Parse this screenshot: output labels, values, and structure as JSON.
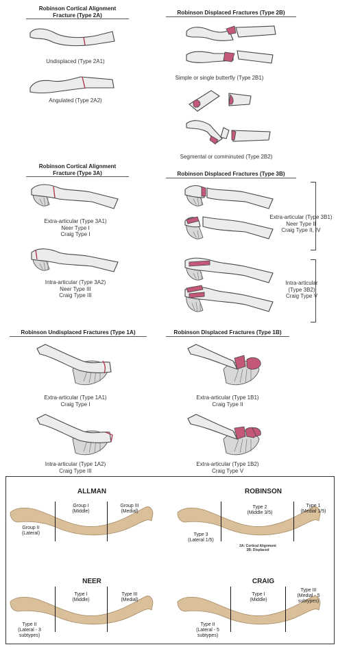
{
  "sections": {
    "type2a": {
      "title_line1": "Robinson Cortical Alignment",
      "title_line2": "Fracture (Type 2A)",
      "captions": [
        "Undisplaced (Type 2A1)",
        "Angulated (Type 2A2)"
      ]
    },
    "type2b": {
      "title": "Robinson Displaced Fractures (Type 2B)",
      "captions": [
        "Simple or single butterfly (Type 2B1)",
        "Segmental or comminuted (Type 2B2)"
      ]
    },
    "type3a": {
      "title_line1": "Robinson Cortical Alignment",
      "title_line2": "Fracture (Type 3A)",
      "captions": [
        [
          "Extra-articular (Type 3A1)",
          "Neer Type I",
          "Craig Type I"
        ],
        [
          "Intra-articular (Type 3A2)",
          "Neer Type III",
          "Craig Type III"
        ]
      ]
    },
    "type3b": {
      "title": "Robinson Displaced Fractures (Type 3B)",
      "captions": [
        [
          "Extra-articular (Type 3B1)",
          "Neer Type II",
          "Craig Type II, IV"
        ],
        [
          "Intra-articular",
          "(Type 3B2)",
          "Craig Type V"
        ]
      ]
    },
    "type1a": {
      "title": "Robinson Undisplaced Fractures (Type 1A)",
      "captions": [
        [
          "Extra-articular (Type 1A1)",
          "Craig Type I"
        ],
        [
          "Intra-articular (Type 1A2)",
          "Craig Type III"
        ]
      ]
    },
    "type1b": {
      "title": "Robinson Displaced Fractures (Type 1B)",
      "captions": [
        [
          "Extra-articular (Type 1B1)",
          "Craig Type II"
        ],
        [
          "Extra-articular (Type 1B2)",
          "Craig Type V"
        ]
      ]
    }
  },
  "classifications": {
    "allman": {
      "title": "ALLMAN",
      "group1": [
        "Group I",
        "(Middle)"
      ],
      "group2": [
        "Group II",
        "(Lateral)"
      ],
      "group3": [
        "Group III",
        "(Medial)"
      ]
    },
    "robinson": {
      "title": "ROBINSON",
      "type1": [
        "Type 1",
        "(Medial 1/5)"
      ],
      "type2": [
        "Type 2",
        "(Middle 3/5)"
      ],
      "type3": [
        "Type 3",
        "(Lateral 1/5)"
      ],
      "note": [
        "2A: Cortical Alignment",
        "2B: Displaced"
      ]
    },
    "neer": {
      "title": "NEER",
      "type1": [
        "Type I",
        "(Middle)"
      ],
      "type2": [
        "Type II",
        "(Lateral - 3",
        "subtypes)"
      ],
      "type3": [
        "Type III",
        "(Medial)"
      ]
    },
    "craig": {
      "title": "CRAIG",
      "type1": [
        "Type I",
        "(Middle)"
      ],
      "type2": [
        "Type II",
        "(Lateral - 5",
        "subtypes)"
      ],
      "type3": [
        "Type III",
        "(Medial - 5",
        "subtypes)"
      ]
    }
  },
  "colors": {
    "fracture": "#c45878",
    "bone": "#ececec",
    "clavicle_photo": "#d9bf9a"
  }
}
